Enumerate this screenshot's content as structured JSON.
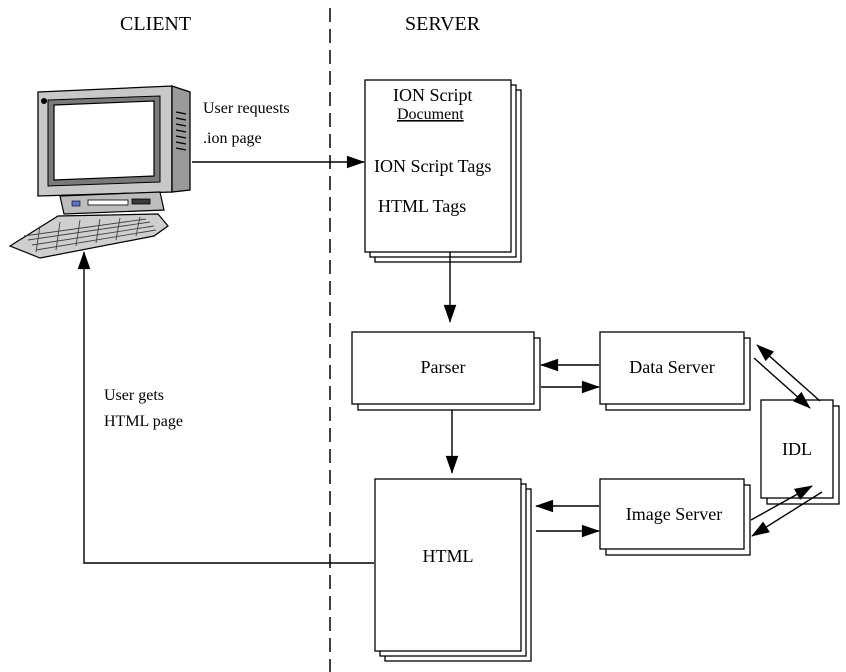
{
  "headings": {
    "client": "CLIENT",
    "server": "SERVER"
  },
  "document": {
    "title": "ION Script",
    "subtitle": "Document",
    "tags1": "ION Script Tags",
    "tags2": "HTML Tags"
  },
  "boxes": {
    "parser": "Parser",
    "data_server": "Data Server",
    "idl": "IDL",
    "image_server": "Image Server",
    "html": "HTML"
  },
  "labels": {
    "request_line1": "User requests",
    "request_line2": ".ion page",
    "response_line1": "User gets",
    "response_line2": "HTML page"
  }
}
